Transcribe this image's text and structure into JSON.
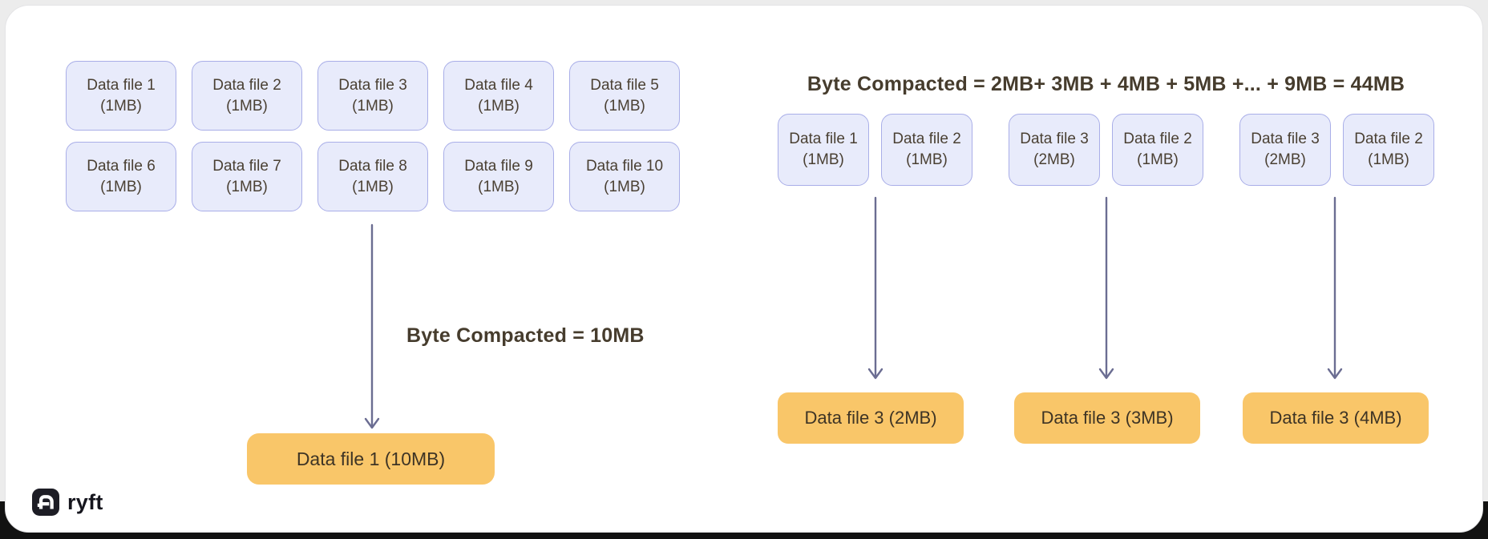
{
  "brand": {
    "name": "ryft"
  },
  "colors": {
    "box_fill": "#e8ebfb",
    "box_border": "#a9aee8",
    "text": "#4a4033",
    "orange": "#f9c669",
    "arrow": "#6b6d92"
  },
  "left_panel": {
    "files": [
      {
        "name": "Data file 1",
        "size": "(1MB)"
      },
      {
        "name": "Data file 2",
        "size": "(1MB)"
      },
      {
        "name": "Data file 3",
        "size": "(1MB)"
      },
      {
        "name": "Data file 4",
        "size": "(1MB)"
      },
      {
        "name": "Data file 5",
        "size": "(1MB)"
      },
      {
        "name": "Data file 6",
        "size": "(1MB)"
      },
      {
        "name": "Data file 7",
        "size": "(1MB)"
      },
      {
        "name": "Data file 8",
        "size": "(1MB)"
      },
      {
        "name": "Data file 9",
        "size": "(1MB)"
      },
      {
        "name": "Data file 10",
        "size": "(1MB)"
      }
    ],
    "compaction_label": "Byte Compacted = 10MB",
    "result": "Data file 1 (10MB)"
  },
  "right_panel": {
    "title": "Byte Compacted = 2MB+ 3MB + 4MB + 5MB +... + 9MB = 44MB",
    "pairs": [
      [
        {
          "name": "Data file 1",
          "size": "(1MB)"
        },
        {
          "name": "Data file 2",
          "size": "(1MB)"
        }
      ],
      [
        {
          "name": "Data file 3",
          "size": "(2MB)"
        },
        {
          "name": "Data file 2",
          "size": "(1MB)"
        }
      ],
      [
        {
          "name": "Data file 3",
          "size": "(2MB)"
        },
        {
          "name": "Data file 2",
          "size": "(1MB)"
        }
      ]
    ],
    "results": [
      "Data file 3 (2MB)",
      "Data file 3 (3MB)",
      "Data file 3 (4MB)"
    ]
  }
}
